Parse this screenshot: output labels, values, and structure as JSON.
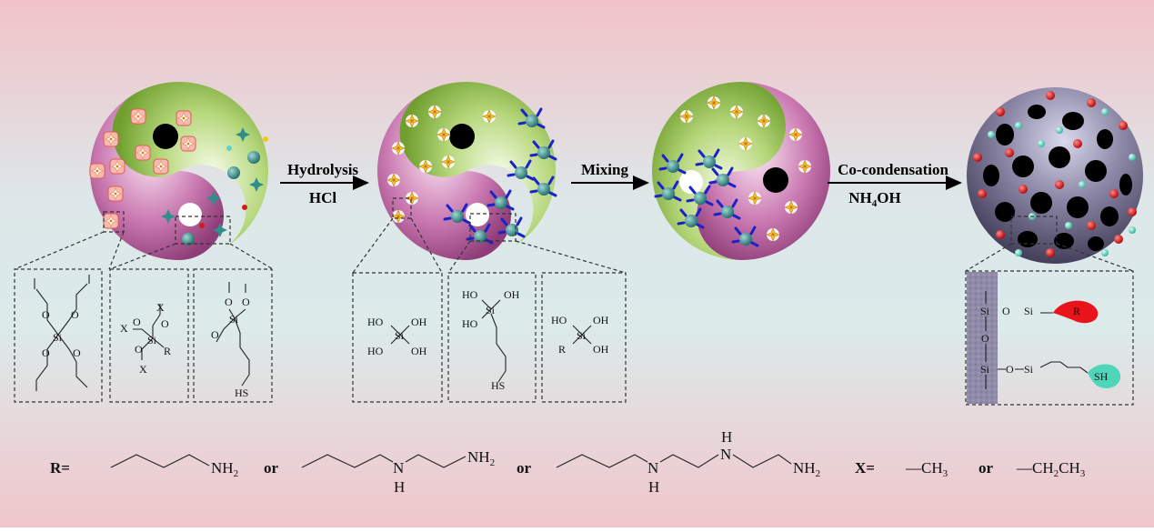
{
  "steps": {
    "hydrolysis": {
      "top": "Hydrolysis",
      "bottom": "HCl"
    },
    "mixing": {
      "top": "Mixing"
    },
    "cocondensation": {
      "top": "Co-condensation",
      "bottom_main": "NH",
      "bottom_sub": "4",
      "bottom_end": "OH"
    }
  },
  "molecules": {
    "teos": {
      "si": "Si",
      "o": "O"
    },
    "aminosilane": {
      "si": "Si",
      "o": "O",
      "x": "X",
      "r": "R"
    },
    "mptms": {
      "si": "Si",
      "o": "O",
      "sh": "HS"
    },
    "silicic_acid": {
      "si": "Si",
      "ho": "HO",
      "oh": "OH"
    },
    "thiol_silanol": {
      "si": "Si",
      "ho": "HO",
      "oh": "OH",
      "sh": "HS"
    },
    "amino_silanol": {
      "si": "Si",
      "ho": "HO",
      "oh": "OH",
      "r": "R"
    },
    "product": {
      "si": "Si",
      "o": "O",
      "r": "R",
      "sh": "SH"
    }
  },
  "legend": {
    "r_label": "R=",
    "or": "or",
    "nh2": "NH",
    "nh2_sub": "2",
    "nh": "N",
    "h": "H",
    "x_label": "X=",
    "ch3": "—CH",
    "ch3_sub": "3",
    "ch2ch3_a": "—CH",
    "ch2ch3_b": "2",
    "ch2ch3_c": "CH",
    "ch2ch3_d": "3"
  },
  "colors": {
    "pink": "#c86aa6",
    "green": "#9fc85a",
    "teal": "#3e8f8c",
    "red": "#d6191c",
    "aqua": "#5cd6c0",
    "sphere": "#7a7590",
    "blue": "#1a23c8",
    "yellow": "#f2c81e"
  }
}
